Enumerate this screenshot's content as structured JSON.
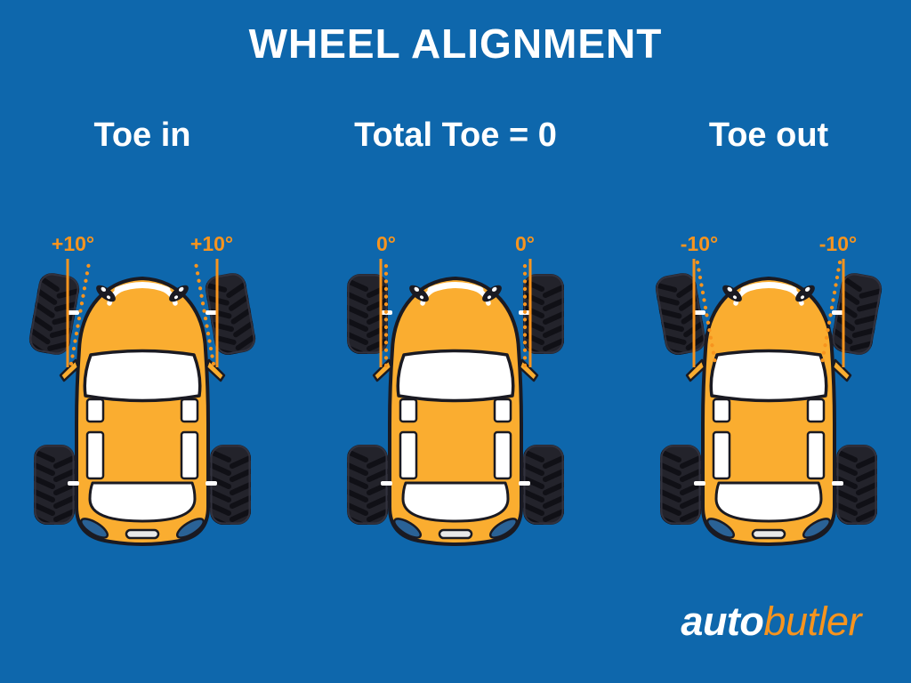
{
  "title": "WHEEL ALIGNMENT",
  "colors": {
    "background": "#0E67AC",
    "accent_orange": "#F7941E",
    "car_body": "#FAAD30",
    "outline": "#1A1A22",
    "tire": "#23232B",
    "tire_tread": "#101016",
    "tire_rim": "#32323E",
    "window_white": "#FFFFFF",
    "tail_light": "#2A6296",
    "slot_fill": "#E9E9E9"
  },
  "sections": [
    {
      "label": "Toe in",
      "toe_angle_deg": 10,
      "left_wheel_angle_label": "+10°",
      "right_wheel_angle_label": "+10°"
    },
    {
      "label": "Total Toe = 0",
      "toe_angle_deg": 0,
      "left_wheel_angle_label": "0°",
      "right_wheel_angle_label": "0°"
    },
    {
      "label": "Toe out",
      "toe_angle_deg": -10,
      "left_wheel_angle_label": "-10°",
      "right_wheel_angle_label": "-10°"
    }
  ],
  "logo": {
    "part1": "auto",
    "part2": "butler"
  }
}
